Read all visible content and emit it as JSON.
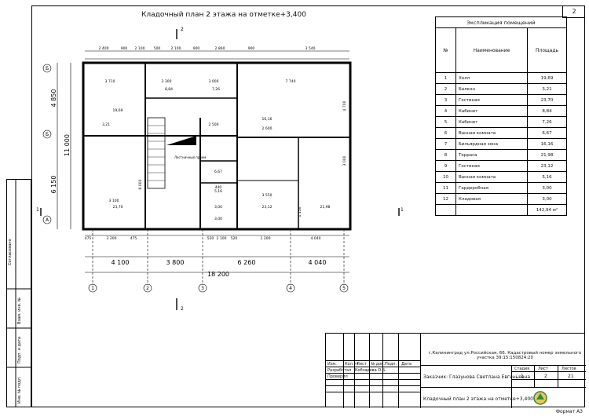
{
  "sheet": {
    "title": "Кладочный план 2 этажа на отметке+3,400",
    "sheet_number": "2",
    "format": "Формат А3"
  },
  "room_table": {
    "caption": "Экспликация помещений",
    "headers": [
      "№",
      "Наименование",
      "Площадь"
    ],
    "rows": [
      {
        "n": "1",
        "name": "Холл",
        "area": "19,69"
      },
      {
        "n": "2",
        "name": "Балкон",
        "area": "3,21"
      },
      {
        "n": "3",
        "name": "Гостиная",
        "area": "23,70"
      },
      {
        "n": "4",
        "name": "Кабинет",
        "area": "8,84"
      },
      {
        "n": "5",
        "name": "Кабинет",
        "area": "7,26"
      },
      {
        "n": "6",
        "name": "Ванная комната",
        "area": "6,67"
      },
      {
        "n": "7",
        "name": "Бильярдная зона",
        "area": "16,16"
      },
      {
        "n": "8",
        "name": "Терраса",
        "area": "21,98"
      },
      {
        "n": "9",
        "name": "Гостиная",
        "area": "23,12"
      },
      {
        "n": "10",
        "name": "Ванная комната",
        "area": "5,16"
      },
      {
        "n": "11",
        "name": "Гардеробная",
        "area": "3,00"
      },
      {
        "n": "12",
        "name": "Кладовая",
        "area": "3,00"
      }
    ],
    "total": "142,94 м²"
  },
  "plan": {
    "top_dims": [
      "2 400",
      "900",
      "2 100",
      "500",
      "2 100",
      "900",
      "2 860",
      "900",
      "3 540"
    ],
    "bottom_dims": [
      "475",
      "3 200",
      "475",
      "520",
      "2 100",
      "520",
      "1 200",
      "4 040"
    ],
    "axis_dims": [
      "4 100",
      "3 800",
      "6 260",
      "4 040"
    ],
    "total_dim": "18 200",
    "left_dims": [
      "4 850",
      "11 000",
      "6 150"
    ],
    "axes_bottom": [
      "1",
      "2",
      "3",
      "4",
      "5"
    ],
    "axes_left": [
      "Б",
      "Б",
      "А"
    ],
    "section_marks": [
      "2",
      "2",
      "1",
      "1"
    ],
    "stair_label": "Лестничный проем",
    "room_area_labels": [
      "19,69",
      "23,70",
      "8,84",
      "7,26",
      "6,67",
      "16,16",
      "21,98",
      "23,12",
      "5,16",
      "3,00",
      "3,00",
      "3,21"
    ],
    "inner_dims": [
      "3 710",
      "3 300",
      "3 000",
      "7 740",
      "2 500",
      "2 600",
      "3 100",
      "3 550",
      "6 000",
      "4 700",
      "3 000",
      "1 150",
      "440"
    ]
  },
  "title_block": {
    "address": "г.Калининград ул.Российская, 66. Кадастровый номер земельного участка 39:15:150824:20",
    "customer": "Заказчик: Глазунова Светлана Евгеньевна",
    "drawing_name": "Кладочный план 2 этажа на отметке+3,400",
    "stage_label": "Стадия",
    "sheet_label": "Лист",
    "sheets_label": "Листов",
    "stage_value": "1",
    "sheet_value": "2",
    "sheets_value": "21",
    "col_headers": [
      "Изм.",
      "Кол.уч",
      "Лист",
      "№ док.",
      "Подп.",
      "Дата"
    ],
    "developed": "Разработал",
    "checked": "Проверил",
    "developer_name": "Кобзарева О.Б."
  },
  "side_stamp": [
    "Инв. № подл.",
    "Подп. и дата",
    "Взам. инв. №",
    "Согласовано"
  ]
}
